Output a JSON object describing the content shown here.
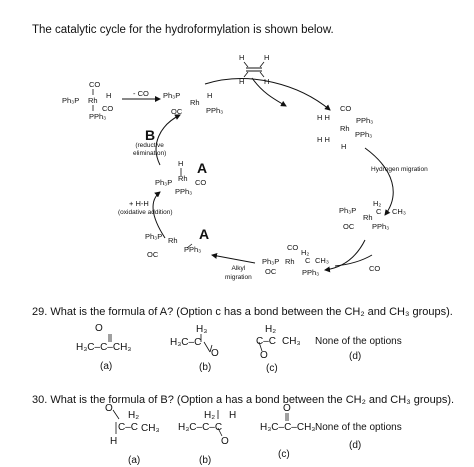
{
  "heading": "The catalytic cycle for the hydroformylation is shown below.",
  "cycle": {
    "label_B": "B",
    "label_A_top": "A",
    "label_A_mid": "A",
    "minus_co": "- CO",
    "reductive_elimination": "(reductive\nelimination)",
    "oxidative_addition": "(oxidative addition)",
    "plus_hh": "+ H-H",
    "hydrogen_migration": "Hydrogen migration",
    "alkyl_migration": "Alkyl\nmigration",
    "co_plus": "CO",
    "complex1": {
      "co": "CO",
      "ph3p": "Ph₃P",
      "rh": "Rh",
      "h": "H",
      "co2": "CO",
      "pph3": "PPh₃"
    },
    "complex2": {
      "ph3p": "Ph₃P",
      "rh": "Rh",
      "h": "H",
      "oc": "OC",
      "pph3": "PPh₃"
    },
    "ethylene": {
      "h1": "H",
      "h2": "H",
      "h3": "H",
      "h4": "H"
    },
    "complex3": {
      "co": "CO",
      "rh": "Rh",
      "pph3a": "PPh₃",
      "pph3b": "PPh₃",
      "h": "H",
      "hh": "H  H",
      "hh2": "H  H"
    },
    "complex4": {
      "ph3p": "Ph₃P",
      "rh": "Rh",
      "h2": "H₂",
      "c": "C",
      "ch3": "CH₃",
      "oc": "OC",
      "pph3": "PPh₃"
    },
    "complex5": {
      "co": "CO",
      "ph3p": "Ph₃P",
      "rh": "Rh",
      "h2": "H₂",
      "c": "C",
      "ch3": "CH₃",
      "oc": "OC",
      "pph3": "PPh₃"
    },
    "complex6": {
      "ph3p": "Ph₃P",
      "rh": "Rh",
      "oc": "OC",
      "pph3": "PPh₃"
    },
    "complexA": {
      "h": "H",
      "ph3p": "Ph₃P",
      "rh": "Rh",
      "co": "CO",
      "pph3": "PPh₃"
    }
  },
  "q29": {
    "text": "29. What is the formula of A? (Option c has a bond between the CH₂ and CH₃ groups).",
    "option_a": "H₃C–C–CH₃",
    "option_b_h3": "H₃",
    "option_b_main": "H₃C–C",
    "option_b_o": "O",
    "option_c_h2": "H₂",
    "option_c_main": "C–C",
    "option_c_ch3": "CH₃",
    "option_c_o": "O",
    "option_d": "None of the options",
    "labels": [
      "(a)",
      "(b)",
      "(c)",
      "(d)"
    ]
  },
  "q30": {
    "text": "30. What is the formula of B? (Option a has a bond between the CH₂ and CH₃ groups).",
    "option_a_h2": "H₂",
    "option_a_main": "C–C",
    "option_a_ch3": "CH₃",
    "option_a_h": "H",
    "option_a_o": "O",
    "option_b_h2": "H₂",
    "option_b_h": "H",
    "option_b_main": "H₃C–C–C",
    "option_b_o": "O",
    "option_c_o": "O",
    "option_c_main": "H₃C–C–CH₃",
    "option_d": "None of the options",
    "labels": [
      "(a)",
      "(b)",
      "(c)",
      "(d)"
    ]
  }
}
